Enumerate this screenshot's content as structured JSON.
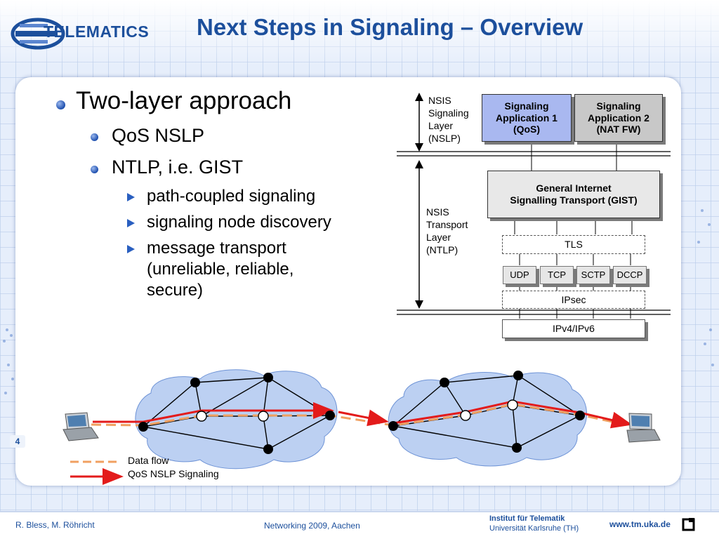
{
  "header": {
    "logo_text": "TELEMATICS",
    "title": "Next Steps in Signaling – Overview"
  },
  "bullets": {
    "b1": "Two-layer approach",
    "b1_1": "QoS NSLP",
    "b1_2": "NTLP, i.e. GIST",
    "b1_2_1": "path-coupled signaling",
    "b1_2_2": "signaling node discovery",
    "b1_2_3a": "message transport",
    "b1_2_3b": "(unreliable, reliable,",
    "b1_2_3c": "secure)"
  },
  "stack": {
    "nslp_label": [
      "NSIS",
      "Signaling",
      "Layer",
      "(NSLP)"
    ],
    "ntlp_label": [
      "NSIS",
      "Transport",
      "Layer",
      "(NTLP)"
    ],
    "app1": [
      "Signaling",
      "Application 1",
      "(QoS)"
    ],
    "app2": [
      "Signaling",
      "Application 2",
      "(NAT FW)"
    ],
    "gist": [
      "General Internet",
      "Signalling Transport (GIST)"
    ],
    "tls": "TLS",
    "udp": "UDP",
    "tcp": "TCP",
    "sctp": "SCTP",
    "dccp": "DCCP",
    "ipsec": "IPsec",
    "ip": "IPv4/IPv6"
  },
  "legend": {
    "data_flow": "Data flow",
    "qos_signaling": "QoS NSLP Signaling"
  },
  "footer": {
    "page": "4",
    "authors": "R. Bless, M. Röhricht",
    "event": "Networking 2009, Aachen",
    "institute": "Institut für Telematik",
    "university": "Universität Karlsruhe (TH)",
    "url": "www.tm.uka.de"
  },
  "colors": {
    "title_blue": "#1c4f9c",
    "app1_fill": "#a9b8f0",
    "app2_fill": "#c8c8c8",
    "gist_fill": "#e8e8e8",
    "signaling_red": "#e31b1b",
    "data_flow_orange": "#f0a060",
    "cloud_blue": "#bcd0f2"
  }
}
